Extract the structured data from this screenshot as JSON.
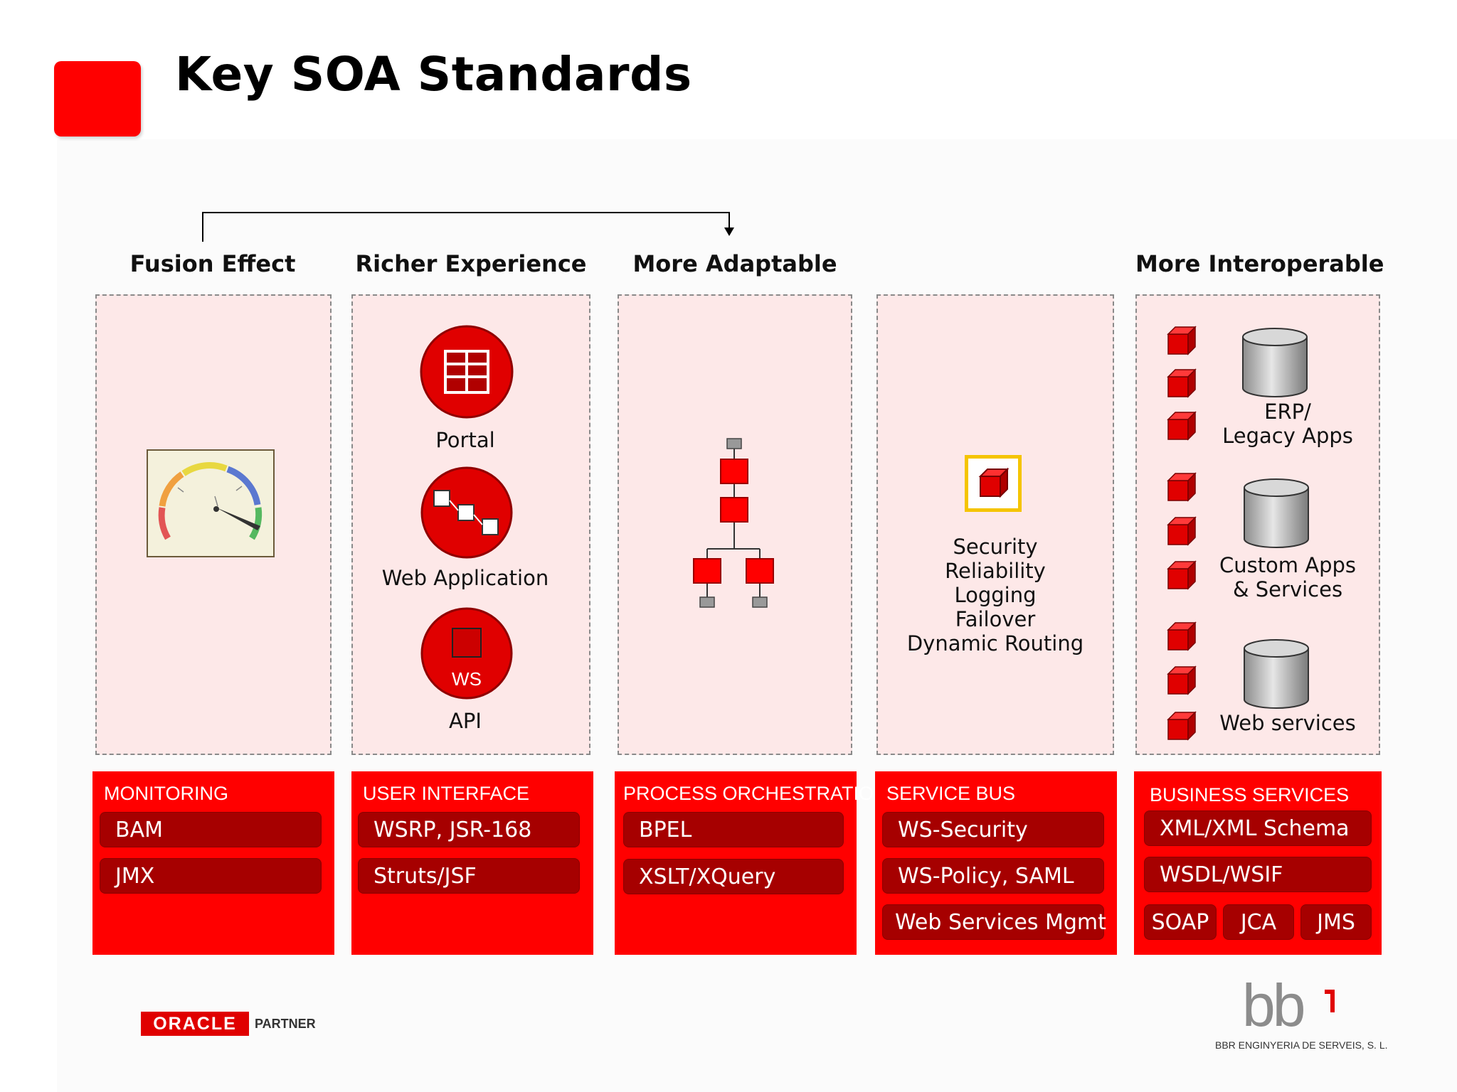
{
  "title": "Key SOA Standards",
  "headings": [
    "Fusion Effect",
    "Richer Experience",
    "More Adaptable",
    "More Interoperable"
  ],
  "panels": {
    "experience": {
      "portal": "Portal",
      "web_application": "Web Application",
      "api": "API",
      "ws_badge": "WS"
    },
    "bus_capabilities": [
      "Security",
      "Reliability",
      "Logging",
      "Failover",
      "Dynamic Routing"
    ],
    "interoperable": [
      "ERP/",
      "Legacy Apps",
      "Custom Apps",
      "& Services",
      "Web services"
    ]
  },
  "categories": [
    {
      "name": "MONITORING",
      "items": [
        "BAM",
        "JMX"
      ]
    },
    {
      "name": "USER INTERFACE",
      "items": [
        "WSRP, JSR-168",
        "Struts/JSF"
      ]
    },
    {
      "name": "PROCESS ORCHESTRATION",
      "items": [
        "BPEL",
        "XSLT/XQuery"
      ]
    },
    {
      "name": "SERVICE BUS",
      "items": [
        "WS-Security",
        "WS-Policy, SAML",
        "Web Services Mgmt"
      ]
    },
    {
      "name": "BUSINESS SERVICES",
      "items": [
        "XML/XML Schema",
        "WSDL/WSIF",
        "SOAP",
        "JCA",
        "JMS"
      ]
    }
  ],
  "footer": {
    "oracle": "ORACLE",
    "partner": "PARTNER",
    "bbr_logo": "bb",
    "bbr_name": "BBR ENGINYERIA DE SERVEIS, S. L."
  },
  "colors": {
    "brand_red": "#ff0000",
    "pill_red": "#a60000",
    "panel_pink": "#fde8e8"
  }
}
